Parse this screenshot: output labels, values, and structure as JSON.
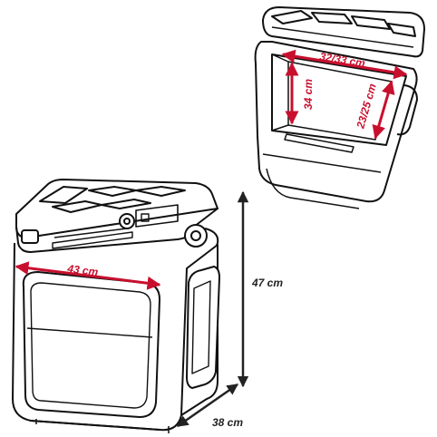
{
  "dimensions": {
    "width": "43 cm",
    "height": "47 cm",
    "depth": "38 cm",
    "inner_width": "32/33 cm",
    "inner_height": "34 cm",
    "inner_depth": "23/25 cm"
  },
  "colors": {
    "outline": "#111111",
    "arrow": "#c8102e",
    "dim_black": "#222222"
  }
}
